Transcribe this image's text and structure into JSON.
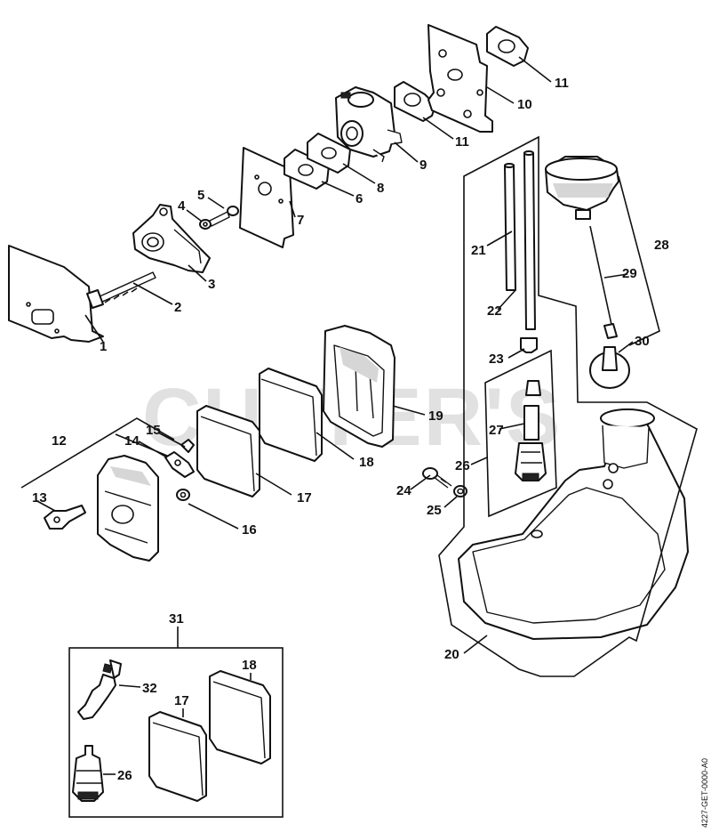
{
  "watermark": "CUTTER'S",
  "drawing_code": "4227-GET-0000-A0",
  "callouts": [
    {
      "id": "c1",
      "label": "1"
    },
    {
      "id": "c2",
      "label": "2"
    },
    {
      "id": "c3",
      "label": "3"
    },
    {
      "id": "c4",
      "label": "4"
    },
    {
      "id": "c5",
      "label": "5"
    },
    {
      "id": "c6",
      "label": "6"
    },
    {
      "id": "c7",
      "label": "7"
    },
    {
      "id": "c8",
      "label": "8"
    },
    {
      "id": "c9",
      "label": "9"
    },
    {
      "id": "c10",
      "label": "10"
    },
    {
      "id": "c11a",
      "label": "11"
    },
    {
      "id": "c11b",
      "label": "11"
    },
    {
      "id": "c12",
      "label": "12"
    },
    {
      "id": "c13",
      "label": "13"
    },
    {
      "id": "c14",
      "label": "14"
    },
    {
      "id": "c15",
      "label": "15"
    },
    {
      "id": "c16",
      "label": "16"
    },
    {
      "id": "c17",
      "label": "17"
    },
    {
      "id": "c18",
      "label": "18"
    },
    {
      "id": "c19",
      "label": "19"
    },
    {
      "id": "c20",
      "label": "20"
    },
    {
      "id": "c21",
      "label": "21"
    },
    {
      "id": "c22",
      "label": "22"
    },
    {
      "id": "c23",
      "label": "23"
    },
    {
      "id": "c24",
      "label": "24"
    },
    {
      "id": "c25",
      "label": "25"
    },
    {
      "id": "c26",
      "label": "26"
    },
    {
      "id": "c27",
      "label": "27"
    },
    {
      "id": "c28",
      "label": "28"
    },
    {
      "id": "c29",
      "label": "29"
    },
    {
      "id": "c30",
      "label": "30"
    },
    {
      "id": "c31",
      "label": "31"
    },
    {
      "id": "c32",
      "label": "32"
    },
    {
      "id": "c17b",
      "label": "17"
    },
    {
      "id": "c18b",
      "label": "18"
    },
    {
      "id": "c26b",
      "label": "26"
    }
  ]
}
